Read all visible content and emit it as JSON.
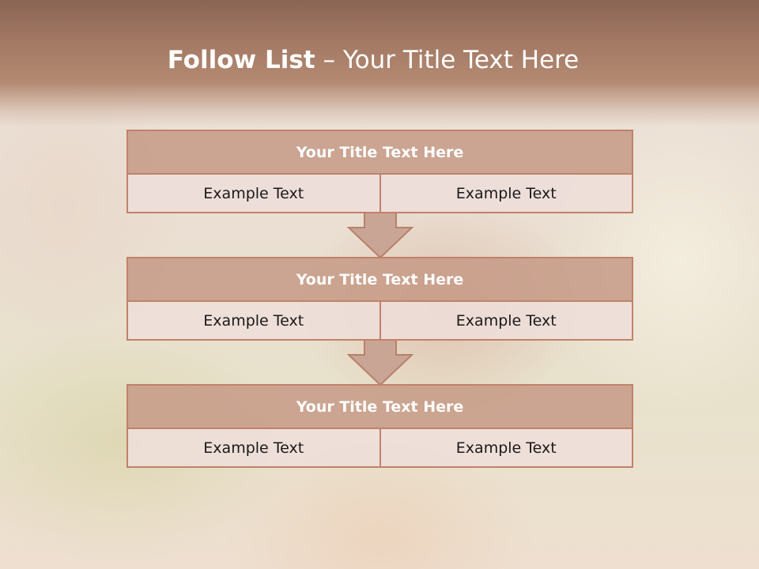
{
  "slide": {
    "title_bold": "Follow List",
    "title_rest": " – Your Title Text Here"
  },
  "blocks": [
    {
      "title": "Your Title Text Here",
      "cells": [
        "Example Text",
        "Example Text"
      ]
    },
    {
      "title": "Your Title Text Here",
      "cells": [
        "Example Text",
        "Example Text"
      ]
    },
    {
      "title": "Your Title Text Here",
      "cells": [
        "Example Text",
        "Example Text"
      ]
    }
  ],
  "colors": {
    "accent": "#c0826a",
    "header_band": "#a17763",
    "block_title_fill": "#c69a86",
    "block_cell_fill": "#eededa"
  },
  "icons": [
    "down-arrow-icon",
    "down-arrow-icon"
  ]
}
